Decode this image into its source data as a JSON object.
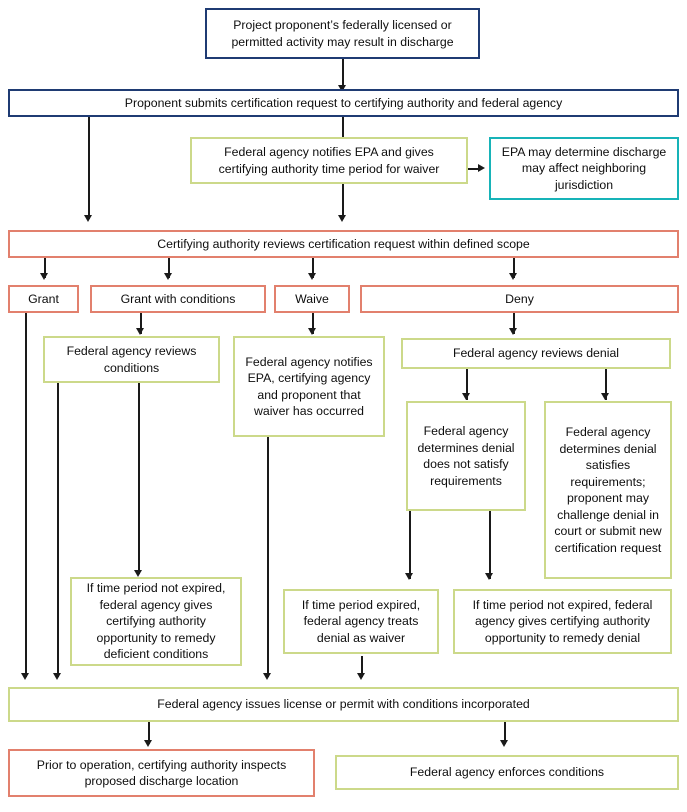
{
  "diagram": {
    "title": "Clean Water Act Section 401 certification process flowchart",
    "colors": {
      "navy": "#1f3b73",
      "teal": "#17b3b8",
      "salmon": "#e2806d",
      "olive": "#ccd98a",
      "connector": "#1a1a1a",
      "background": "#ffffff",
      "text": "#0d0d0d"
    },
    "nodes": {
      "start": "Project proponent’s federally licensed or permitted activity may result in discharge",
      "submit": "Proponent submits certification request to certifying authority and federal agency",
      "notify_epa": "Federal agency notifies EPA and gives certifying authority time period for waiver",
      "epa_determine": "EPA may determine discharge may affect neighboring jurisdiction",
      "review_scope": "Certifying authority reviews certification request within defined scope",
      "grant": "Grant",
      "grant_conditions": "Grant with conditions",
      "waive": "Waive",
      "deny": "Deny",
      "reviews_conditions": "Federal agency reviews conditions",
      "notifies_waiver": "Federal agency notifies EPA, certifying agency and proponent that waiver has occurred",
      "reviews_denial": "Federal agency reviews denial",
      "denial_not_satisfy": "Federal agency determines denial does not satisfy requirements",
      "denial_satisfies": "Federal agency determines denial satisfies requirements; proponent may challenge denial in court or submit new certification request",
      "remedy_conditions": "If time period not expired, federal agency gives certifying authority opportunity to remedy deficient conditions",
      "denial_as_waiver": "If time period expired, federal agency treats denial as waiver",
      "remedy_denial": "If time period not expired, federal agency gives certifying authority opportunity to remedy denial",
      "issues_license": "Federal agency issues license or permit with conditions incorporated",
      "inspects": "Prior to operation, certifying authority inspects proposed discharge location",
      "enforces": "Federal agency enforces conditions"
    }
  }
}
